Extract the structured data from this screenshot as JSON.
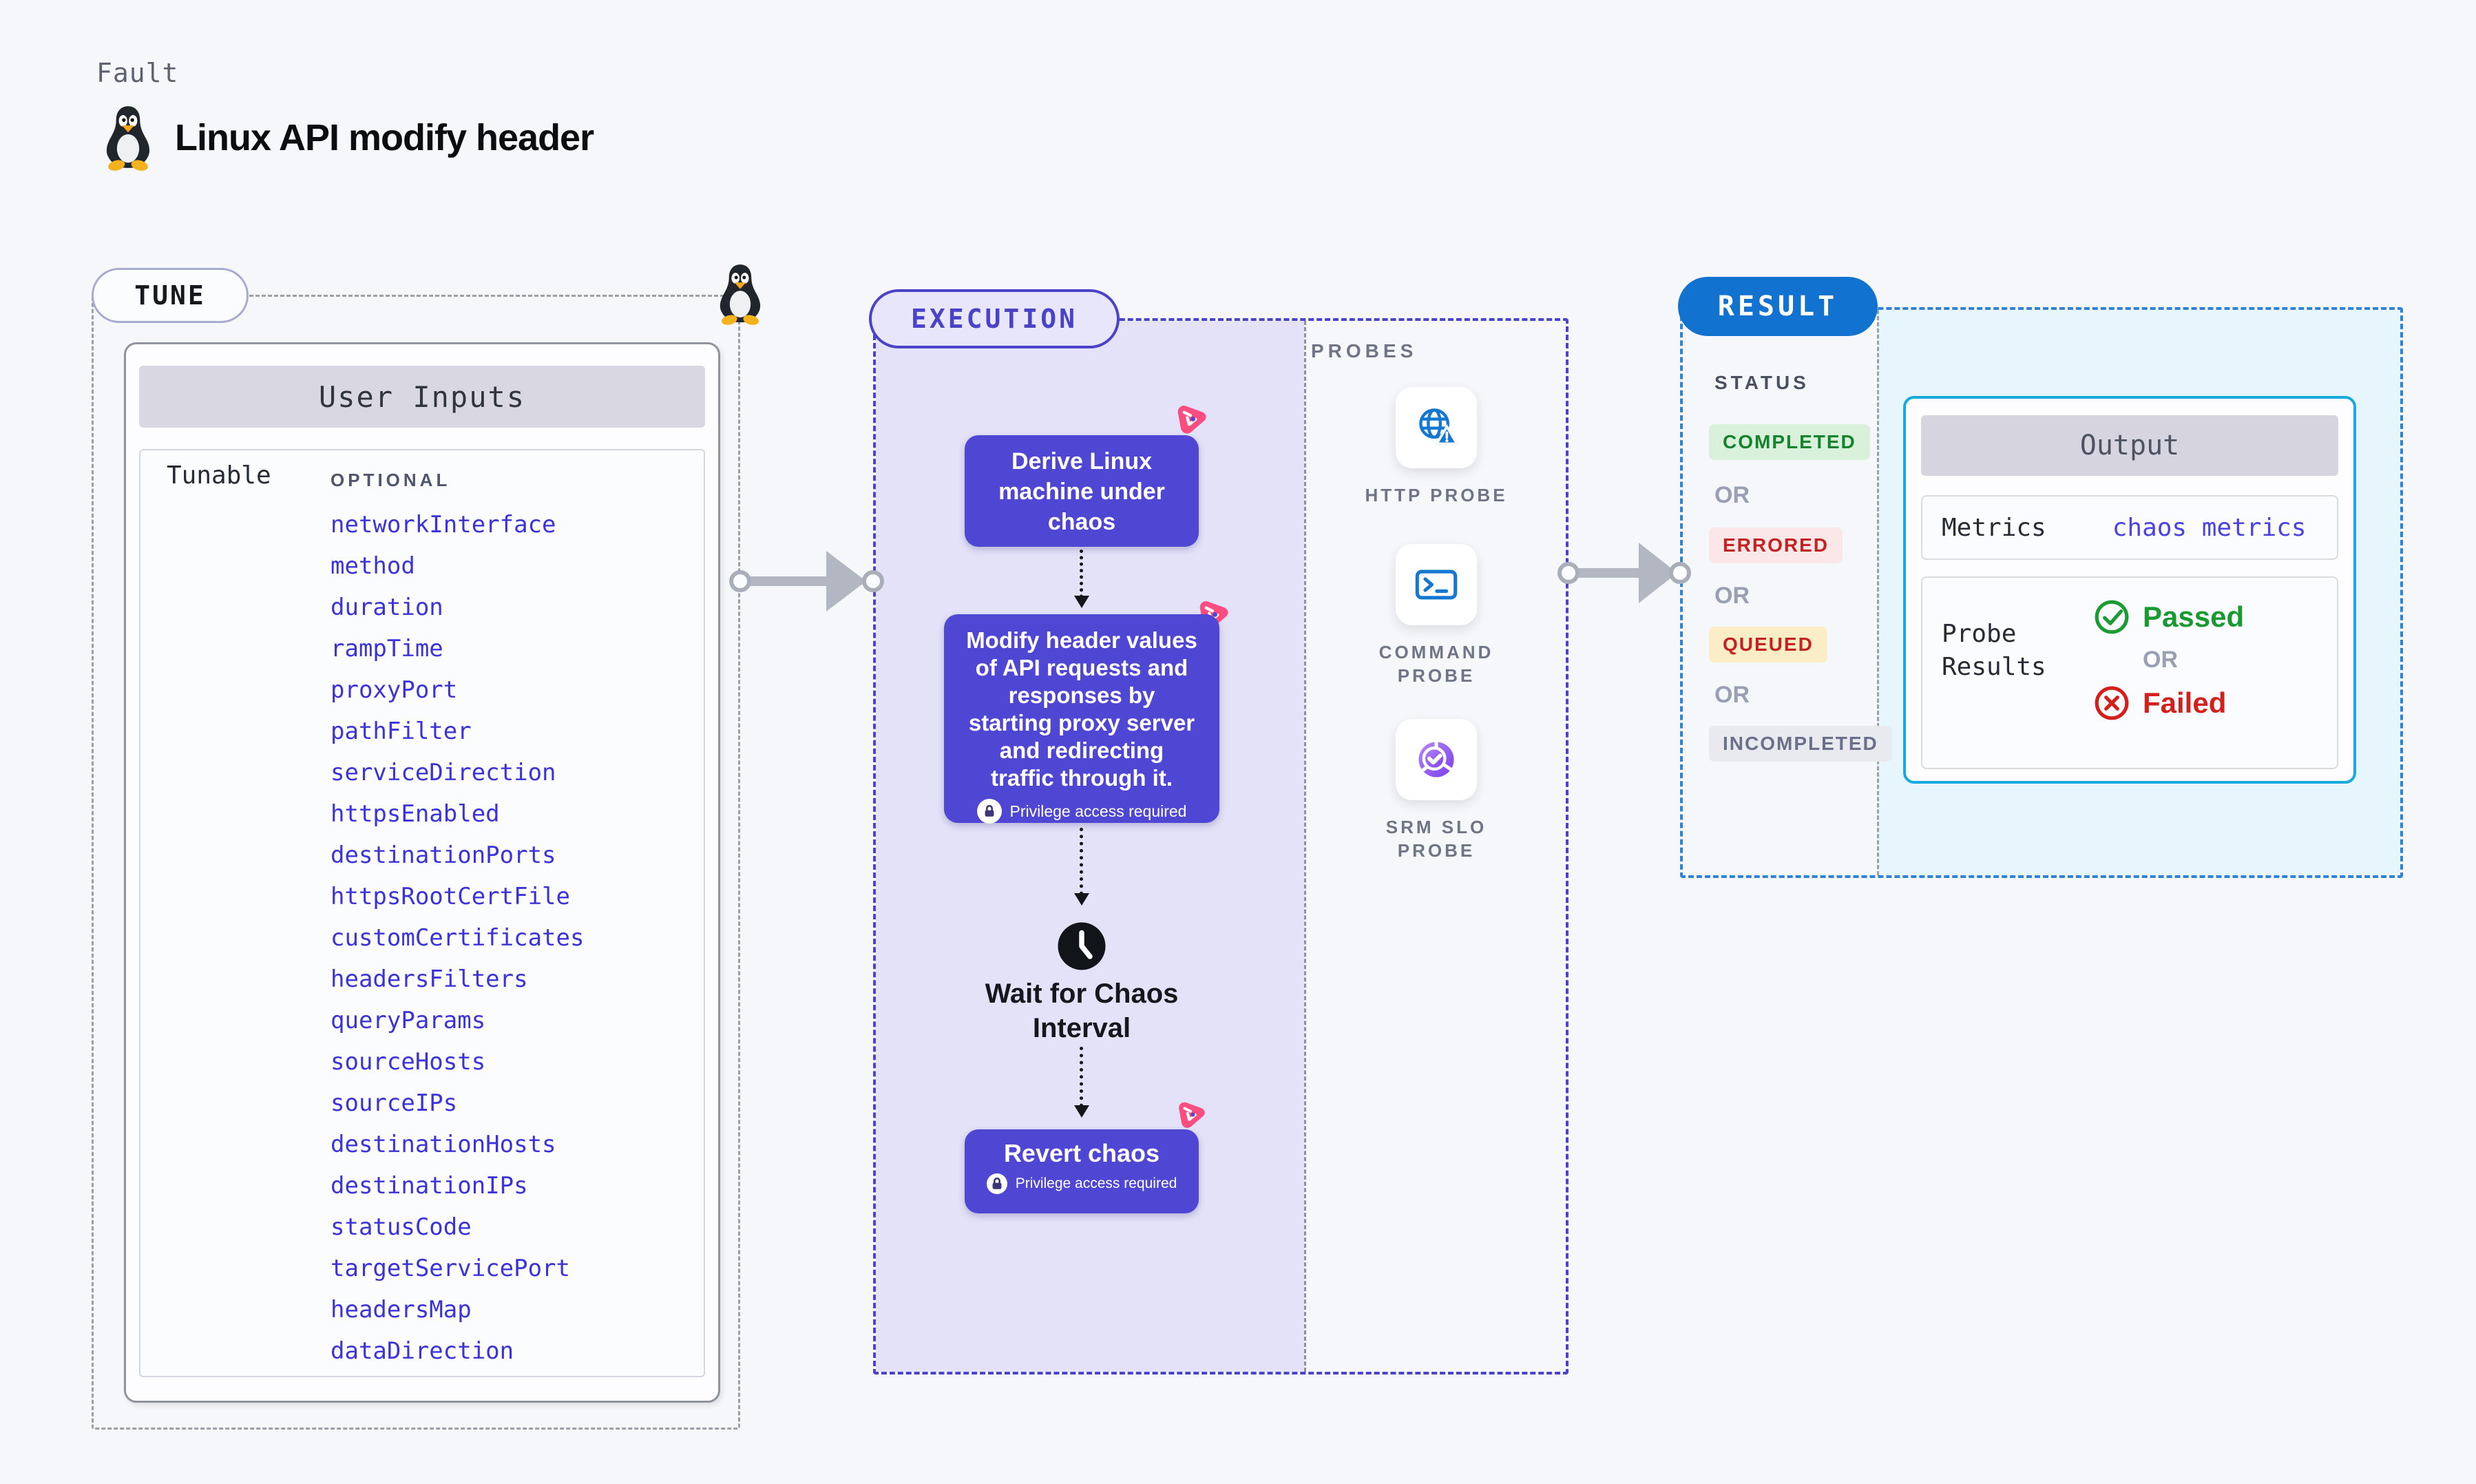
{
  "page": {
    "kicker": "Fault",
    "title": "Linux API modify header"
  },
  "tune": {
    "badge": "TUNE",
    "table_title": "User Inputs",
    "row_label": "Tunable",
    "column_label": "OPTIONAL",
    "tunables": [
      "networkInterface",
      "method",
      "duration",
      "rampTime",
      "proxyPort",
      "pathFilter",
      "serviceDirection",
      "httpsEnabled",
      "destinationPorts",
      "httpsRootCertFile",
      "customCertificates",
      "headersFilters",
      "queryParams",
      "sourceHosts",
      "sourceIPs",
      "destinationHosts",
      "destinationIPs",
      "statusCode",
      "targetServicePort",
      "headersMap",
      "dataDirection"
    ]
  },
  "execution": {
    "badge": "EXECUTION",
    "step1": "Derive Linux\nmachine under\nchaos",
    "step2": "Modify header values\nof API requests and\nresponses by\nstarting proxy server\nand redirecting\ntraffic through it.",
    "wait_label": "Wait for Chaos\nInterval",
    "revert_label": "Revert chaos",
    "privilege_note": "Privilege access required"
  },
  "probes": {
    "section_label": "PROBES",
    "items": [
      {
        "label": "HTTP PROBE",
        "icon": "globe-alert-icon"
      },
      {
        "label": "COMMAND\nPROBE",
        "icon": "terminal-icon"
      },
      {
        "label": "SRM SLO\nPROBE",
        "icon": "slo-donut-icon"
      }
    ]
  },
  "result": {
    "badge": "RESULT",
    "status_label": "STATUS",
    "or_label": "OR",
    "statuses": [
      {
        "label": "COMPLETED",
        "kind": "completed"
      },
      {
        "label": "ERRORED",
        "kind": "errored"
      },
      {
        "label": "QUEUED",
        "kind": "queued"
      },
      {
        "label": "INCOMPLETED",
        "kind": "incompleted"
      }
    ],
    "output": {
      "title": "Output",
      "metrics_label": "Metrics",
      "metrics_value": "chaos metrics",
      "probe_results_label": "Probe\nResults",
      "passed_label": "Passed",
      "or_label": "OR",
      "failed_label": "Failed"
    }
  },
  "colors": {
    "page_bg": "#f6f7fa",
    "chaos_indigo": "#4f46d3",
    "execution_lavender": "#e3e2f8",
    "chaos_pink": "#fb4d80",
    "result_blue": "#1173cf",
    "output_cyan_border": "#16aadf",
    "output_cyan_bg": "#e7f6fc",
    "tunable_link_blue": "#3b33d9",
    "probe_icon_blue": "#1478d2",
    "slo_purple": "#8b52ef",
    "status_green": "#15832e",
    "status_red": "#c32222",
    "passed_green": "#189a31",
    "failed_red": "#d3201b"
  }
}
